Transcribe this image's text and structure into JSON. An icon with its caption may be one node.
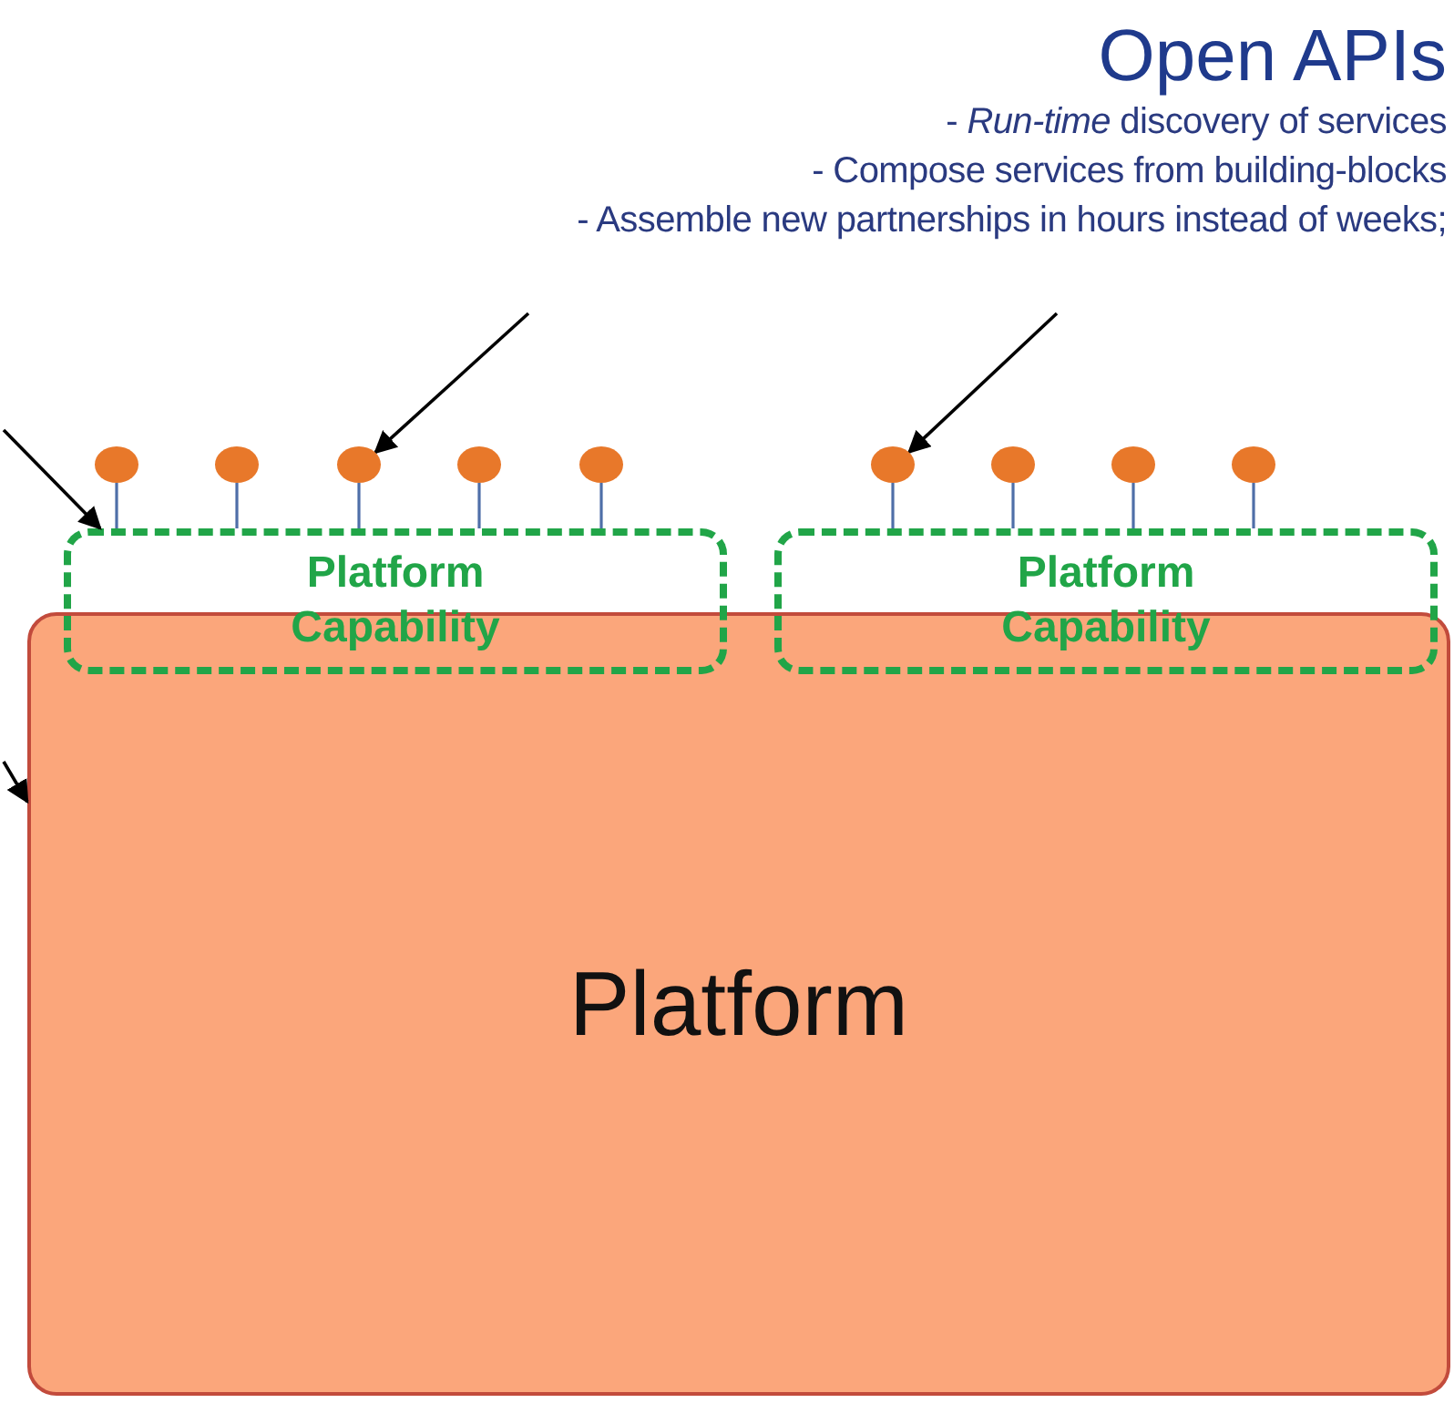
{
  "diagram": {
    "nodes": [
      {
        "text": [
          "Open APIs",
          "- *Run-time* discovery of services",
          "- Compose services from building-blocks",
          "- Assemble new partnerships in hours instead of weeks;"
        ]
      },
      {
        "text": [
          "Platform"
        ]
      },
      {
        "text": [
          "Platform Capability"
        ]
      },
      {
        "text": [
          "Platform Capability"
        ]
      },
      {
        "text": [],
        "shape": "circle"
      },
      {
        "text": [],
        "shape": "circle"
      },
      {
        "text": [],
        "shape": "circle"
      },
      {
        "text": [],
        "shape": "circle"
      },
      {
        "text": [],
        "shape": "circle"
      },
      {
        "text": [],
        "shape": "circle"
      },
      {
        "text": [],
        "shape": "circle"
      },
      {
        "text": [],
        "shape": "circle"
      },
      {
        "text": [],
        "shape": "circle"
      }
    ],
    "edges": [
      {
        "from": 0,
        "to": 6,
        "arrow": "to",
        "color": "#000000"
      },
      {
        "from": 0,
        "to": 9,
        "arrow": "to",
        "color": "#000000"
      },
      {
        "from": null,
        "to": 2,
        "arrow": "to",
        "color": "#000000"
      },
      {
        "from": null,
        "to": 1,
        "arrow": "to",
        "color": "#000000"
      },
      {
        "from": 4,
        "to": 2,
        "arrow": "none"
      },
      {
        "from": 5,
        "to": 2,
        "arrow": "none"
      },
      {
        "from": 6,
        "to": 2,
        "arrow": "none"
      },
      {
        "from": 7,
        "to": 2,
        "arrow": "none"
      },
      {
        "from": 8,
        "to": 2,
        "arrow": "none"
      },
      {
        "from": 9,
        "to": 3,
        "arrow": "none"
      },
      {
        "from": 10,
        "to": 3,
        "arrow": "none"
      },
      {
        "from": 11,
        "to": 3,
        "arrow": "none"
      },
      {
        "from": 12,
        "to": 3,
        "arrow": "none"
      }
    ]
  }
}
